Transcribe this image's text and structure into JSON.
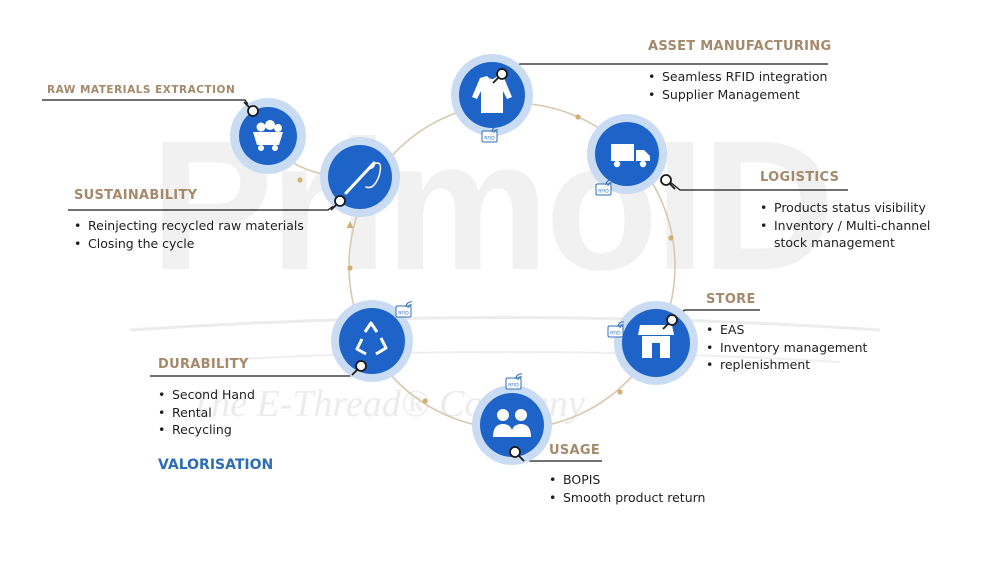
{
  "watermark": {
    "brand": "PrimoID",
    "tagline": "The E-Thread® Company"
  },
  "rfid_label": "RFID",
  "stages": {
    "raw_materials": {
      "title": "RAW MATERIALS  EXTRACTION",
      "icon": "mine-cart-icon",
      "bullets": []
    },
    "asset_manufacturing": {
      "title": "ASSET MANUFACTURING",
      "icon": "garment-icon",
      "bullets": [
        "Seamless RFID integration",
        "Supplier Management"
      ]
    },
    "logistics": {
      "title": "LOGISTICS",
      "icon": "truck-icon",
      "bullets": [
        "Products status visibility",
        "Inventory / Multi-channel",
        "stock management"
      ]
    },
    "store": {
      "title": "STORE",
      "icon": "shop-icon",
      "bullets": [
        "EAS",
        "Inventory management",
        "replenishment"
      ]
    },
    "usage": {
      "title": "USAGE",
      "icon": "shoppers-icon",
      "bullets": [
        "BOPIS",
        "Smooth product return"
      ]
    },
    "durability": {
      "title": "DURABILITY",
      "icon": "recycle-icon",
      "bullets": [
        "Second Hand",
        "Rental",
        "Recycling"
      ]
    },
    "sustainability": {
      "title": "SUSTAINABILITY",
      "icon": "needle-thread-icon",
      "bullets": [
        "Reinjecting recycled raw materials",
        "Closing the cycle"
      ]
    }
  },
  "valorisation": "VALORISATION",
  "colors": {
    "accent_blue": "#1e64c8",
    "halo": "#c9dcf3",
    "title_gold": "#a5896b",
    "ring": "#d8c8b0",
    "valorisation_blue": "#2e6db4"
  }
}
